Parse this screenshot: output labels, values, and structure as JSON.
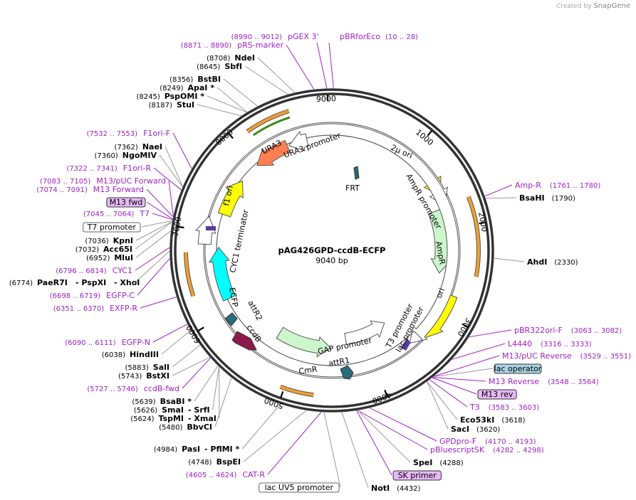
{
  "watermark": {
    "prefix": "Created by",
    "brand": "SnapGene"
  },
  "plasmid": {
    "name": "pAG426GPD-ccdB-ECFP",
    "size_label": "9040 bp"
  },
  "ticks": [
    {
      "bp": 9000,
      "label": "9000"
    },
    {
      "bp": 1000,
      "label": "1000"
    },
    {
      "bp": 2000,
      "label": "2000"
    },
    {
      "bp": 3000,
      "label": "3000"
    },
    {
      "bp": 4000,
      "label": "4000"
    },
    {
      "bp": 5000,
      "label": "5000"
    },
    {
      "bp": 6000,
      "label": "6000"
    },
    {
      "bp": 7000,
      "label": "7000"
    },
    {
      "bp": 8000,
      "label": "8000"
    }
  ],
  "features": [
    {
      "name": "2µ ori",
      "color": "#ffff00"
    },
    {
      "name": "AmpR promoter",
      "color": "#ffffff"
    },
    {
      "name": "AmpR",
      "color": "#ccf5cc"
    },
    {
      "name": "ori",
      "color": "#ffff00"
    },
    {
      "name": "lac promoter",
      "color": "#ffffff"
    },
    {
      "name": "T3 promoter",
      "color": "#ffffff"
    },
    {
      "name": "GAP promoter",
      "color": "#ffffff"
    },
    {
      "name": "CmR",
      "color": "#ccf5cc"
    },
    {
      "name": "attR1",
      "color": "#2a6b7c"
    },
    {
      "name": "ccdB",
      "color": "#8b1a4a"
    },
    {
      "name": "attR2",
      "color": "#2a6b7c"
    },
    {
      "name": "ECFP",
      "color": "#00ffff"
    },
    {
      "name": "CYC1 terminator",
      "color": "#ffffff"
    },
    {
      "name": "f1 ori",
      "color": "#ffff00"
    },
    {
      "name": "URA3",
      "color": "#ff7f50"
    },
    {
      "name": "URA3 promoter",
      "color": "#ffffff"
    },
    {
      "name": "FRT",
      "color": "#2a6b7c"
    }
  ],
  "right_labels": [
    {
      "kind": "primer",
      "name": "pGEX 3'",
      "pos": "(8990 .. 9012)"
    },
    {
      "kind": "primer",
      "name": "pBRforEco",
      "pos": "(10 .. 28)"
    },
    {
      "kind": "primer",
      "name": "Amp-R",
      "pos": "(1761 .. 1780)"
    },
    {
      "kind": "enzyme",
      "name": "BsaHI",
      "pos": "(1790)"
    },
    {
      "kind": "enzyme",
      "name": "AhdI",
      "pos": "(2330)"
    },
    {
      "kind": "primer",
      "name": "pBR322ori-F",
      "pos": "(3063 .. 3082)"
    },
    {
      "kind": "primer",
      "name": "L4440",
      "pos": "(3316 .. 3333)"
    },
    {
      "kind": "primer",
      "name": "M13/pUC Reverse",
      "pos": "(3529 .. 3551)"
    },
    {
      "kind": "boxed",
      "name": "lac operator",
      "pos": ""
    },
    {
      "kind": "primer",
      "name": "M13 Reverse",
      "pos": "(3548 .. 3564)"
    },
    {
      "kind": "boxedprimer",
      "name": "M13 rev",
      "pos": ""
    },
    {
      "kind": "primer",
      "name": "T3",
      "pos": "(3583 .. 3603)"
    },
    {
      "kind": "enzyme",
      "name": "Eco53kI",
      "pos": "(3618)"
    },
    {
      "kind": "enzyme",
      "name": "SacI",
      "pos": "(3620)"
    },
    {
      "kind": "primer",
      "name": "GPDpro-F",
      "pos": "(4170 .. 4193)"
    },
    {
      "kind": "primer",
      "name": "pBluescriptSK",
      "pos": "(4282 .. 4298)"
    },
    {
      "kind": "enzyme",
      "name": "SpeI",
      "pos": "(4288)"
    },
    {
      "kind": "boxedprimer",
      "name": "SK primer",
      "pos": ""
    },
    {
      "kind": "enzyme",
      "name": "NotI",
      "pos": "(4432)"
    }
  ],
  "left_labels": [
    {
      "kind": "primer",
      "name": "pRS-marker",
      "pos": "(8871 .. 8890)"
    },
    {
      "kind": "enzyme",
      "name": "NdeI",
      "pos": "(8708)"
    },
    {
      "kind": "enzyme",
      "name": "SbfI",
      "pos": "(8645)"
    },
    {
      "kind": "enzyme",
      "name": "BstBI",
      "pos": "(8356)"
    },
    {
      "kind": "enzyme",
      "name": "ApaI *",
      "pos": "(8249)"
    },
    {
      "kind": "enzyme",
      "name": "PspOMI *",
      "pos": "(8245)"
    },
    {
      "kind": "enzyme",
      "name": "StuI",
      "pos": "(8187)"
    },
    {
      "kind": "primer",
      "name": "F1ori-F",
      "pos": "(7532 .. 7553)"
    },
    {
      "kind": "enzyme",
      "name": "NaeI",
      "pos": "(7362)"
    },
    {
      "kind": "enzyme",
      "name": "NgoMIV",
      "pos": "(7360)"
    },
    {
      "kind": "primer",
      "name": "F1ori-R",
      "pos": "(7322 .. 7341)"
    },
    {
      "kind": "primer",
      "name": "M13/pUC Forward",
      "pos": "(7083 .. 7105)"
    },
    {
      "kind": "primer",
      "name": "M13 Forward",
      "pos": "(7074 .. 7091)"
    },
    {
      "kind": "boxedprimer",
      "name": "M13 fwd",
      "pos": ""
    },
    {
      "kind": "primer",
      "name": "T7",
      "pos": "(7045 .. 7064)"
    },
    {
      "kind": "boxed",
      "name": "T7 promoter",
      "pos": ""
    },
    {
      "kind": "enzyme",
      "name": "KpnI",
      "pos": "(7036)"
    },
    {
      "kind": "enzyme",
      "name": "Acc65I",
      "pos": "(7032)"
    },
    {
      "kind": "enzyme",
      "name": "MluI",
      "pos": "(6952)"
    },
    {
      "kind": "primer",
      "name": "CYC1",
      "pos": "(6796 .. 6814)"
    },
    {
      "kind": "enzyme3",
      "name": "PaeR7I",
      "name2": "- PspXI",
      "name3": "- XhoI",
      "pos": "(6774)"
    },
    {
      "kind": "primer",
      "name": "EGFP-C",
      "pos": "(6698 .. 6719)"
    },
    {
      "kind": "primer",
      "name": "EXFP-R",
      "pos": "(6351 .. 6370)"
    },
    {
      "kind": "primer",
      "name": "EGFP-N",
      "pos": "(6090 .. 6111)"
    },
    {
      "kind": "enzyme",
      "name": "HindIII",
      "pos": "(6038)"
    },
    {
      "kind": "enzyme",
      "name": "SalI",
      "pos": "(5883)"
    },
    {
      "kind": "enzyme",
      "name": "BstXI",
      "pos": "(5743)"
    },
    {
      "kind": "primer",
      "name": "ccdB-fwd",
      "pos": "(5727 .. 5746)"
    },
    {
      "kind": "enzyme",
      "name": "BsaBI *",
      "pos": "(5639)"
    },
    {
      "kind": "enzyme2",
      "name": "SmaI",
      "name2": "- SrfI",
      "pos": "(5626)"
    },
    {
      "kind": "enzyme2",
      "name": "TspMI",
      "name2": "- XmaI",
      "pos": "(5624)"
    },
    {
      "kind": "enzyme",
      "name": "BbvCI",
      "pos": "(5480)"
    },
    {
      "kind": "enzyme2",
      "name": "PasI",
      "name2": "- PflMI *",
      "pos": "(4984)"
    },
    {
      "kind": "enzyme",
      "name": "BspEI",
      "pos": "(4748)"
    },
    {
      "kind": "primer",
      "name": "CAT-R",
      "pos": "(4605 .. 4624)"
    },
    {
      "kind": "boxed",
      "name": "lac UV5 promoter",
      "pos": ""
    }
  ],
  "colors": {
    "primer": "#a020c8",
    "primer_fill": "#e6b8f5",
    "operator_fill": "#a8d4e6",
    "orange": "#f0a030"
  }
}
